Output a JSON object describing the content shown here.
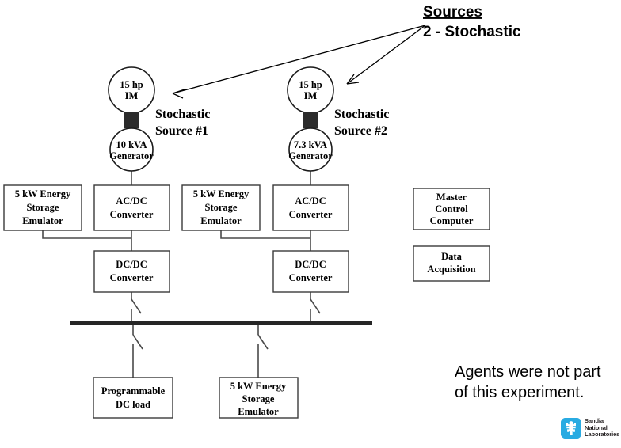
{
  "header": {
    "title": "Sources",
    "subtitle": "2 - Stochastic"
  },
  "sources": [
    {
      "motor": {
        "line1": "15 hp",
        "line2": "IM"
      },
      "generator": {
        "line1": "10 kVA",
        "line2": "Generator"
      },
      "label": {
        "line1": "Stochastic",
        "line2": "Source #1"
      }
    },
    {
      "motor": {
        "line1": "15 hp",
        "line2": "IM"
      },
      "generator": {
        "line1": "7.3 kVA",
        "line2": "Generator"
      },
      "label": {
        "line1": "Stochastic",
        "line2": "Source #2"
      }
    }
  ],
  "boxes": {
    "storage_left_top": {
      "line1": "5 kW Energy",
      "line2": "Storage",
      "line3": "Emulator"
    },
    "acdc_left": {
      "line1": "AC/DC",
      "line2": "Converter"
    },
    "storage_mid_top": {
      "line1": "5 kW Energy",
      "line2": "Storage",
      "line3": "Emulator"
    },
    "acdc_right": {
      "line1": "AC/DC",
      "line2": "Converter"
    },
    "dcdc_left": {
      "line1": "DC/DC",
      "line2": "Converter"
    },
    "dcdc_right": {
      "line1": "DC/DC",
      "line2": "Converter"
    },
    "master_control": {
      "line1": "Master",
      "line2": "Control",
      "line3": "Computer"
    },
    "data_acquisition": {
      "line1": "Data",
      "line2": "Acquisition"
    },
    "dc_load": {
      "line1": "Programmable",
      "line2": "DC load"
    },
    "storage_bottom": {
      "line1": "5 kW Energy",
      "line2": "Storage",
      "line3": "Emulator"
    }
  },
  "annotation": {
    "line1": "Agents were not part",
    "line2": "of this experiment."
  },
  "logo": {
    "line1": "Sandia",
    "line2": "National",
    "line3": "Laboratories",
    "color": "#29ABE2"
  }
}
